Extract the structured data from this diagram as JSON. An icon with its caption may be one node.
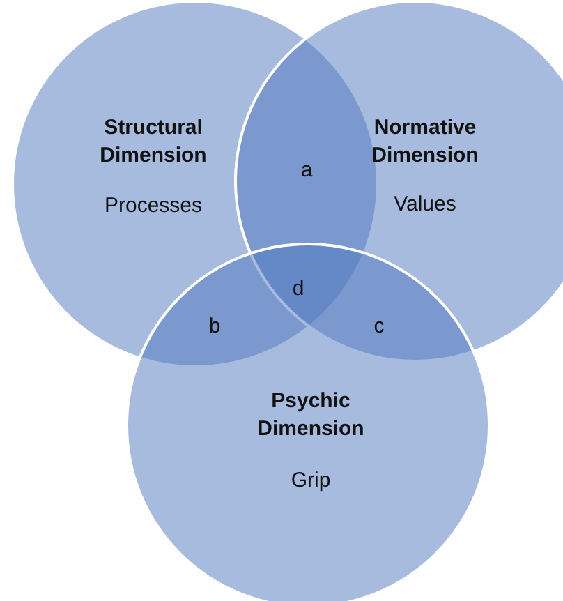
{
  "diagram": {
    "nodes": [
      {
        "text": [
          "Structural Dimension",
          "Processes"
        ]
      },
      {
        "text": [
          "Normative Dimension",
          "Values"
        ]
      },
      {
        "text": [
          "Psychic Dimension",
          "Grip"
        ]
      }
    ],
    "labels": [
      "a",
      "d",
      "b",
      "c"
    ]
  }
}
